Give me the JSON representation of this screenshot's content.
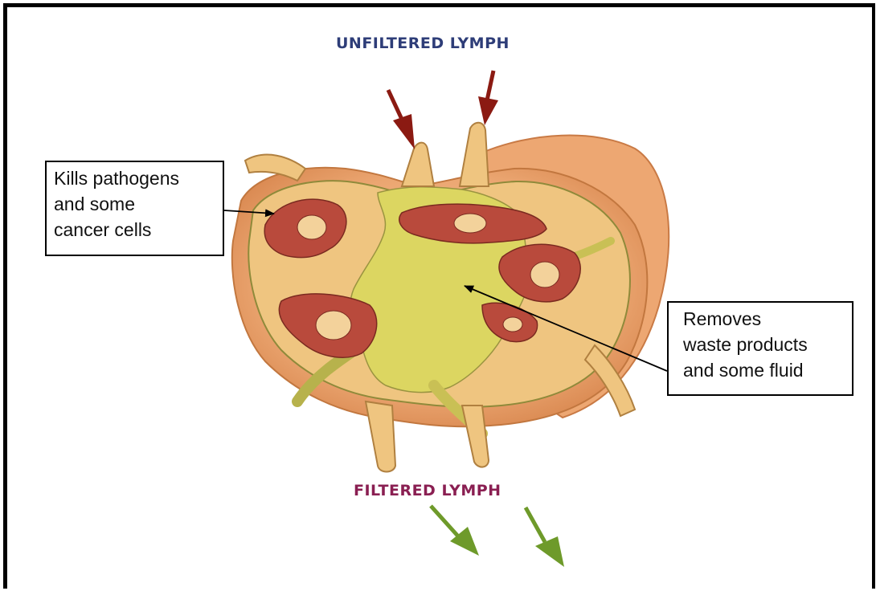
{
  "labels": {
    "top": "UNFILTERED LYMPH",
    "bottom": "FILTERED LYMPH"
  },
  "callouts": {
    "left": [
      "Kills pathogens",
      "and some",
      "cancer cells"
    ],
    "right": [
      "Removes",
      "waste products",
      "and some fluid"
    ]
  },
  "colors": {
    "unfiltered_label": "#2e3d78",
    "filtered_label": "#8a1f52",
    "inflow_arrow": "#8b1a12",
    "outflow_arrow": "#6e9a2a",
    "capsule": "#e8a16b",
    "medulla": "#dcd661",
    "follicle": "#b94a3c"
  },
  "icons": {
    "inflow": "red-arrow-icon",
    "outflow": "green-arrow-icon"
  }
}
